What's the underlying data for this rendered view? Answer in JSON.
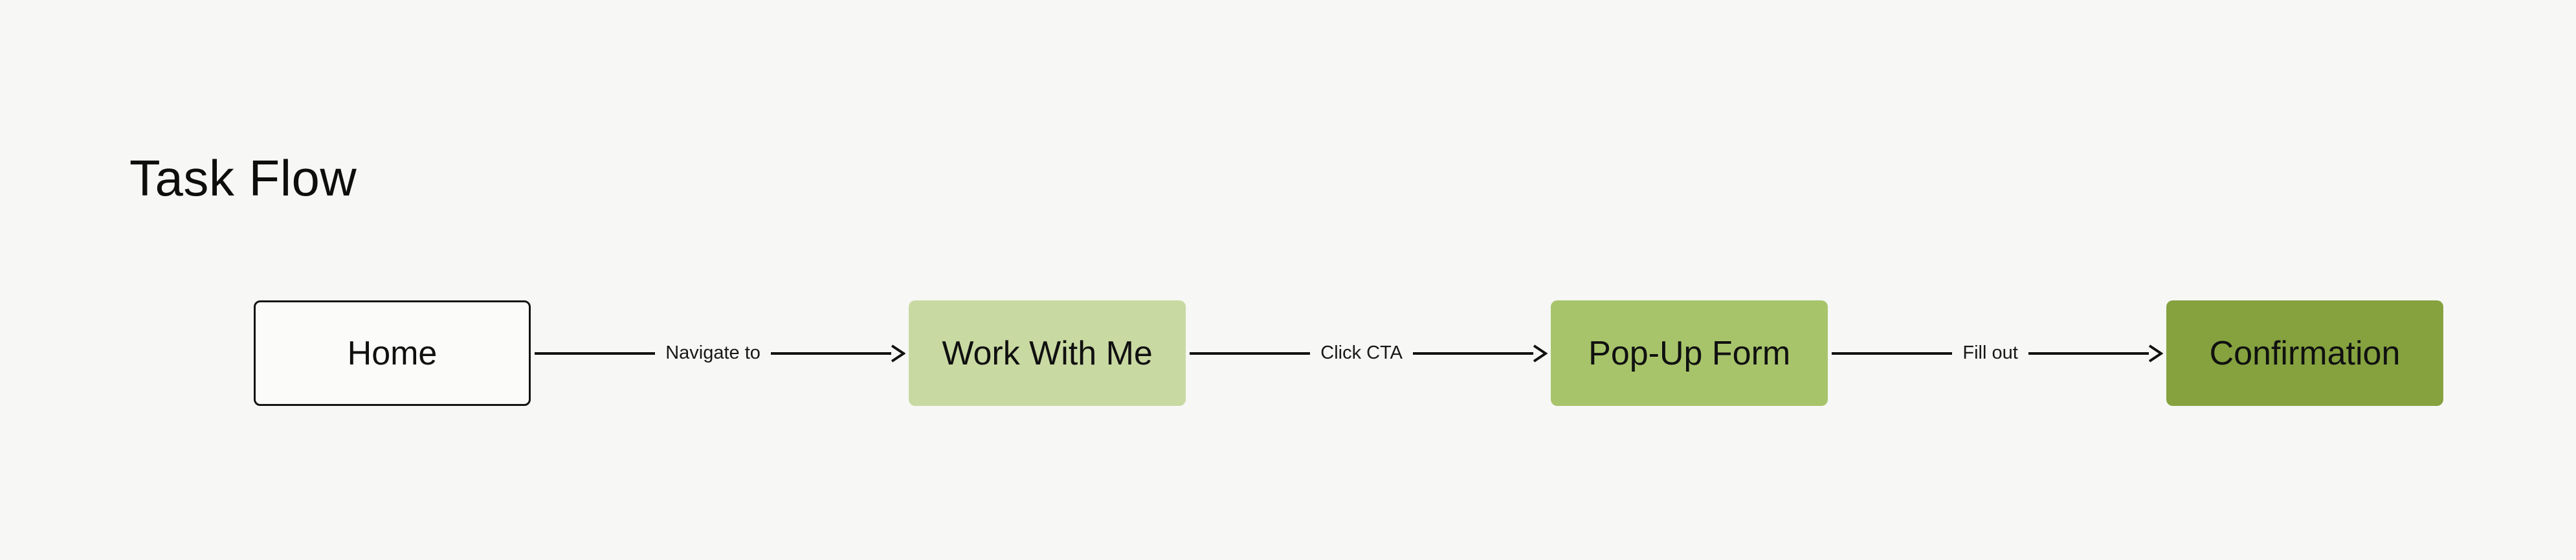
{
  "page": {
    "title": "Task Flow",
    "background_color": "#f7f7f5",
    "text_color": "#101010"
  },
  "flow": {
    "arrow_color": "#111111",
    "nodes": [
      {
        "label": "Home",
        "fill": "#fbfbf9",
        "border": "#141414"
      },
      {
        "label": "Work With Me",
        "fill": "#c9d9a2",
        "border": ""
      },
      {
        "label": "Pop-Up Form",
        "fill": "#a7c46b",
        "border": ""
      },
      {
        "label": "Confirmation",
        "fill": "#85a23f",
        "border": ""
      }
    ],
    "edges": [
      {
        "label": "Navigate to"
      },
      {
        "label": "Click CTA"
      },
      {
        "label": "Fill out"
      }
    ]
  }
}
